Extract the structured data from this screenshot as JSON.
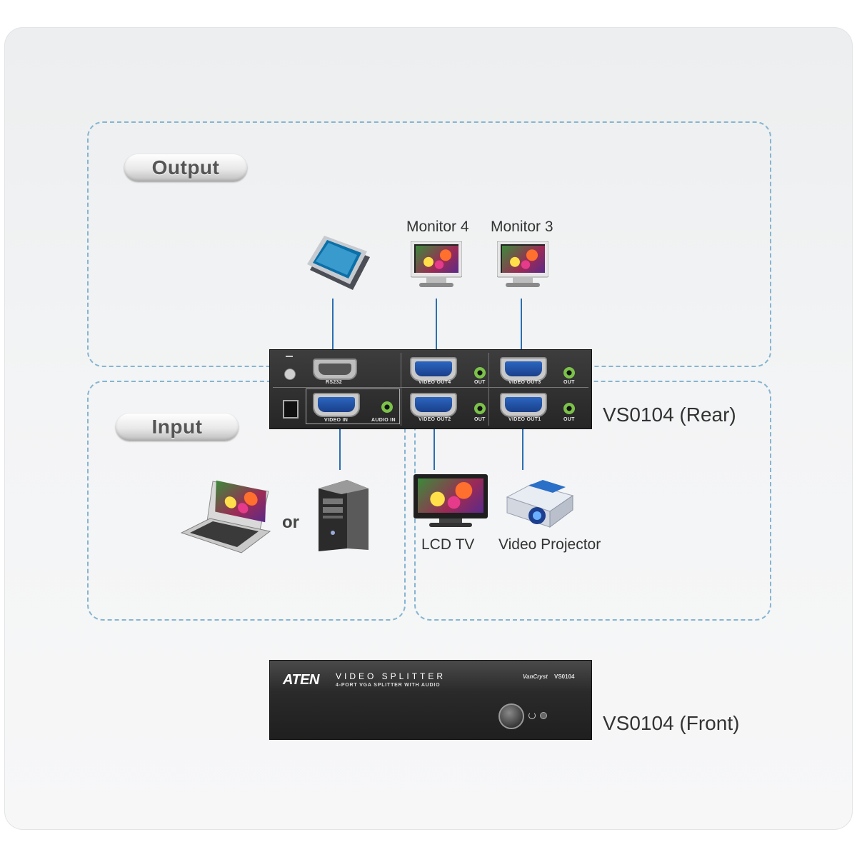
{
  "sections": {
    "output_label": "Output",
    "input_label": "Input"
  },
  "devices": {
    "monitor4": "Monitor 4",
    "monitor3": "Monitor 3",
    "lcd_tv": "LCD TV",
    "projector": "Video Projector",
    "or": "or"
  },
  "unit": {
    "rear_label": "VS0104 (Rear)",
    "front_label": "VS0104 (Front)",
    "rear_ports": {
      "rs232": "RS232",
      "video_out4": "VIDEO OUT4",
      "video_out3": "VIDEO OUT3",
      "video_out2": "VIDEO OUT2",
      "video_out1": "VIDEO OUT1",
      "out": "OUT",
      "video_in": "VIDEO IN",
      "audio_in": "AUDIO IN"
    },
    "front_panel": {
      "brand": "ATEN",
      "product": "VIDEO SPLITTER",
      "subtitle": "4-PORT VGA SPLITTER WITH AUDIO",
      "series": "VanCryst",
      "model": "VS0104"
    }
  },
  "colors": {
    "dashed_border": "#86b5d1",
    "wire": "#2a6fb1",
    "panel": "#2f2f2f",
    "vga_port": "#2b66c0",
    "audio_jack": "#7cc24a"
  }
}
